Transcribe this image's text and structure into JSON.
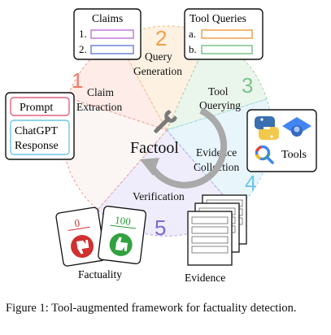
{
  "center": {
    "label": "Factool"
  },
  "steps": [
    {
      "number": "1",
      "label_line1": "Claim",
      "label_line2": "Extraction",
      "color": "#f07a6a",
      "fill": "#fdece8"
    },
    {
      "number": "2",
      "label_line1": "Query",
      "label_line2": "Generation",
      "color": "#f0a04a",
      "fill": "#fdf1e2"
    },
    {
      "number": "3",
      "label_line1": "Tool",
      "label_line2": "Querying",
      "color": "#7cc48a",
      "fill": "#eaf6ec"
    },
    {
      "number": "4",
      "label_line1": "Evidence",
      "label_line2": "Collection",
      "color": "#6cc6e8",
      "fill": "#e8f6fc"
    },
    {
      "number": "5",
      "label_line1": "Verification",
      "label_line2": "",
      "color": "#7a6ad8",
      "fill": "#efedfb"
    }
  ],
  "inputs": {
    "prompt": "Prompt",
    "response_line1": "ChatGPT",
    "response_line2": "Response"
  },
  "claims_box": {
    "title": "Claims",
    "items": [
      "1.",
      "2."
    ]
  },
  "queries_box": {
    "title": "Tool Queries",
    "items": [
      "a.",
      "b."
    ]
  },
  "tools_box": {
    "label": "Tools"
  },
  "evidence": {
    "label": "Evidence"
  },
  "factuality": {
    "label": "Factuality",
    "card_left": "0",
    "card_right": "100"
  },
  "caption": "Figure 1: Tool-augmented framework for factuality detection."
}
